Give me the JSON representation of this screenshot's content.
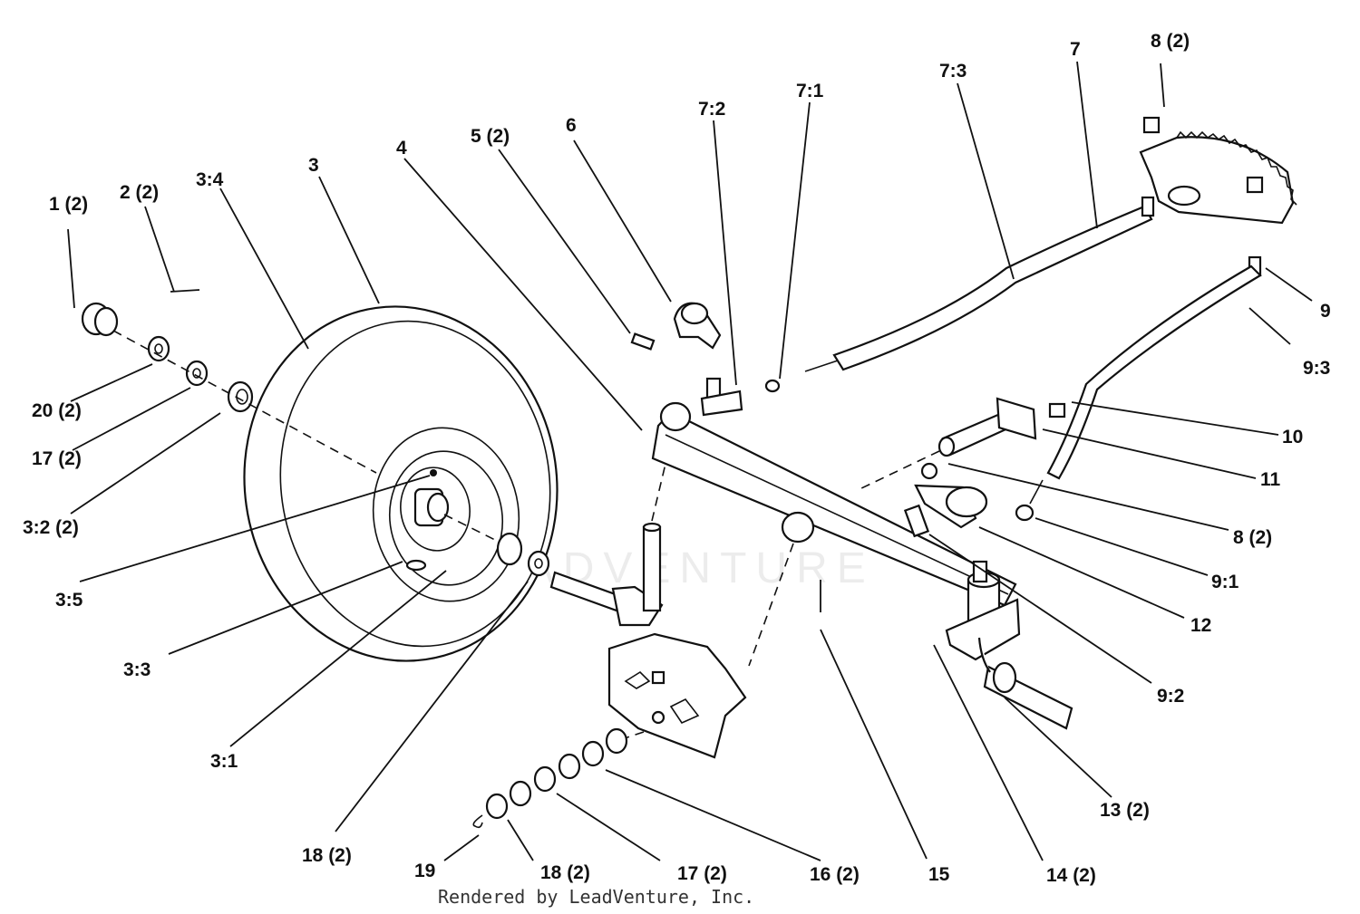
{
  "labels": {
    "l_1_2": "1 (2)",
    "l_2_2": "2 (2)",
    "l_3_4": "3:4",
    "l_3": "3",
    "l_4": "4",
    "l_5_2": "5 (2)",
    "l_6": "6",
    "l_7_2": "7:2",
    "l_7_1": "7:1",
    "l_7_3": "7:3",
    "l_7": "7",
    "l_8_2_top": "8 (2)",
    "l_9": "9",
    "l_9_3": "9:3",
    "l_10": "10",
    "l_11": "11",
    "l_8_2_mid": "8 (2)",
    "l_9_1": "9:1",
    "l_12": "12",
    "l_9_2": "9:2",
    "l_13_2": "13 (2)",
    "l_14_2": "14 (2)",
    "l_15": "15",
    "l_16_2": "16 (2)",
    "l_17_2_bottom": "17 (2)",
    "l_18_2_bottom": "18 (2)",
    "l_19": "19",
    "l_18_2_left": "18 (2)",
    "l_3_1": "3:1",
    "l_3_3": "3:3",
    "l_3_5": "3:5",
    "l_3_2_2": "3:2 (2)",
    "l_17_2_left": "17 (2)",
    "l_20_2": "20 (2)"
  },
  "footer": "Rendered by LeadVenture, Inc.",
  "watermark": "LEADVENTURE",
  "colors": {
    "line": "#111111",
    "background": "#ffffff"
  }
}
